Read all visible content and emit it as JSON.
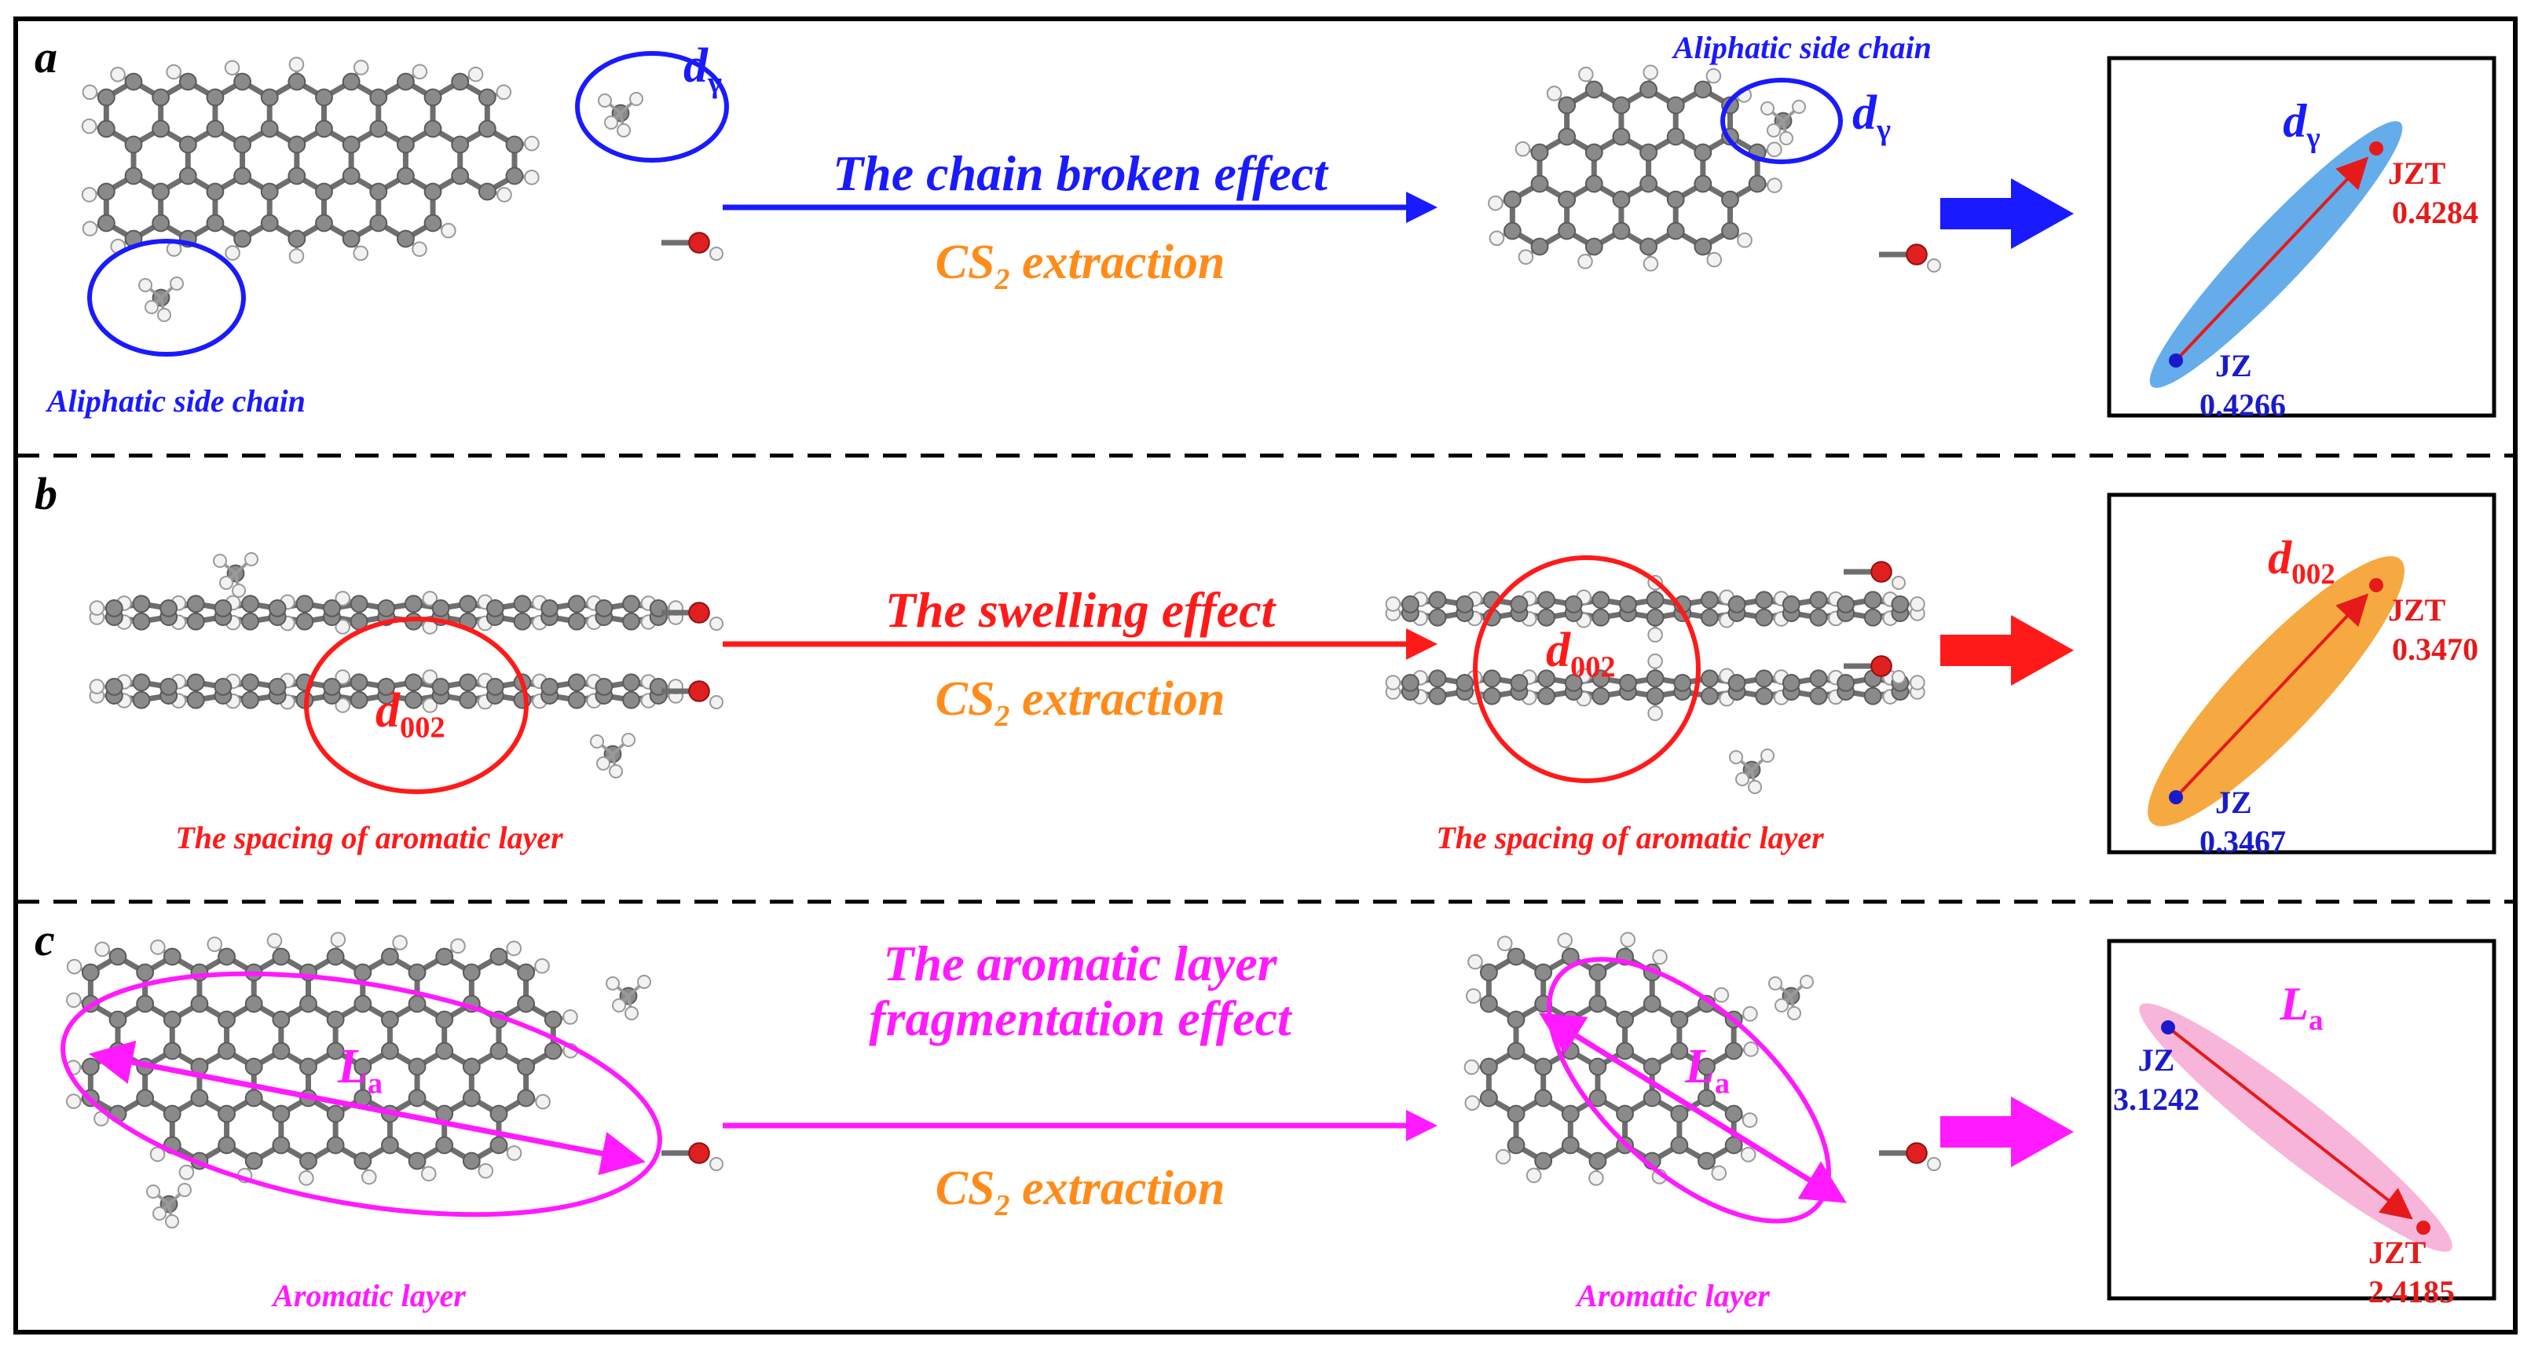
{
  "panels": [
    {
      "letter": "a",
      "effect_lines": [
        "The chain broken effect"
      ],
      "method": "CS",
      "method_sub": "2",
      "method_rest": " extraction",
      "accent": "#1a1aff",
      "left_label": "Aliphatic side chain",
      "right_label": "Aliphatic side chain",
      "param_main": "d",
      "param_sub": "γ",
      "box_param_main": "d",
      "box_param_sub": "γ",
      "jz_label": "JZ",
      "jz_value": "0.4266",
      "jzt_label": "JZT",
      "jzt_value": "0.4284",
      "ellipse_fill": "#4a9ee8"
    },
    {
      "letter": "b",
      "effect_lines": [
        "The swelling effect"
      ],
      "method": "CS",
      "method_sub": "2",
      "method_rest": " extraction",
      "accent": "#ff1a1a",
      "left_label": "The spacing of aromatic layer",
      "right_label": "The spacing of aromatic layer",
      "param_main": "d",
      "param_sub": "002",
      "box_param_main": "d",
      "box_param_sub": "002",
      "jz_label": "JZ",
      "jz_value": "0.3467",
      "jzt_label": "JZT",
      "jzt_value": "0.3470",
      "ellipse_fill": "#f39a1e"
    },
    {
      "letter": "c",
      "effect_lines": [
        "The aromatic layer",
        "fragmentation effect"
      ],
      "method": "CS",
      "method_sub": "2",
      "method_rest": " extraction",
      "accent": "#ff1aff",
      "left_label": "Aromatic layer",
      "right_label": "Aromatic layer",
      "param_main": "L",
      "param_sub": "a",
      "box_param_main": "L",
      "box_param_sub": "a",
      "jz_label": "JZ",
      "jz_value": "3.1242",
      "jzt_label": "JZT",
      "jzt_value": "2.4185",
      "ellipse_fill": "#f7a8d4"
    }
  ],
  "colors": {
    "method_text": "#ff8c1a",
    "jz": "#1a1acc",
    "jzt": "#e61a1a",
    "atom_c": "#8a8a8a",
    "atom_h": "#f2f2f2",
    "atom_o": "#e02020"
  }
}
